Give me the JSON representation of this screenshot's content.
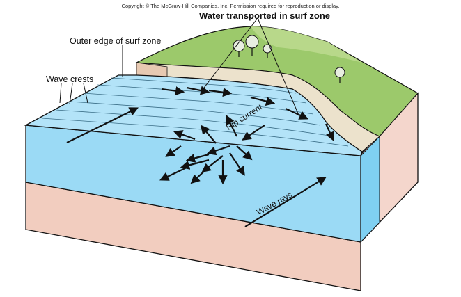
{
  "copyright": "Copyright © The McGraw-Hill Companies, Inc. Permission required for reproduction or display.",
  "labels": {
    "water_transported": "Water transported in surf zone",
    "outer_edge": "Outer edge of surf zone",
    "wave_crests": "Wave crests",
    "rip_current": "Rip current",
    "wave_rays": "Wave rays"
  },
  "colors": {
    "water": "#b3e3f8",
    "water_side": "#7fd0f2",
    "water_front": "#9bdaf5",
    "land": "#9cc96b",
    "land_light": "#b8d88a",
    "soil": "#f4d6cc",
    "cliff": "#e7c9b2",
    "beach": "#ece2cc",
    "ink": "#111111"
  }
}
